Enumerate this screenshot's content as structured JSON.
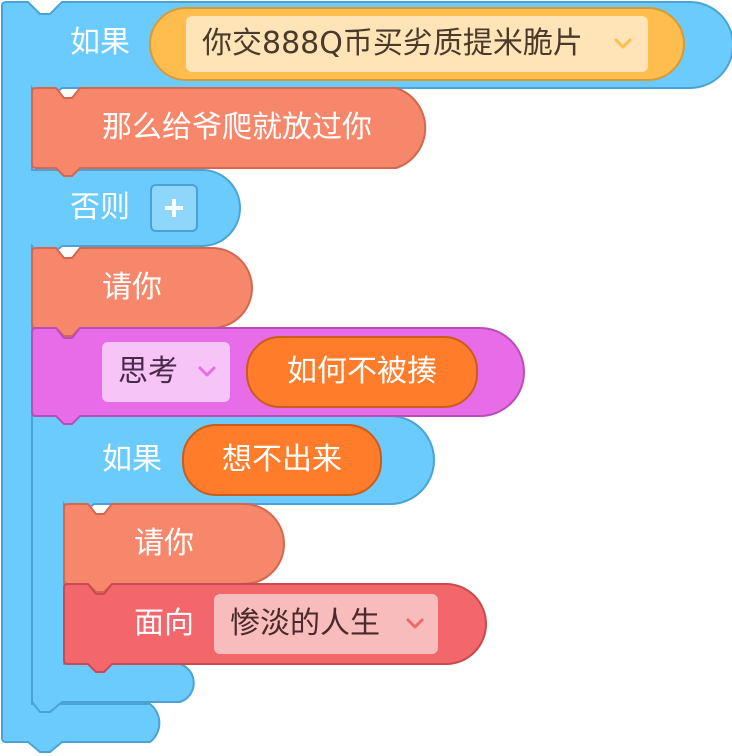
{
  "colors": {
    "control": "#6ccbfd",
    "control_border": "#4aa3d4",
    "looks": "#f6876a",
    "looks_border": "#d4674e",
    "pen": "#e86be7",
    "pen_border": "#b94eb8",
    "motion": "#f2666c",
    "motion_border": "#c94a50",
    "reporter": "#fe7c2a",
    "reporter_border": "#c95e1c",
    "boolean_slot": "#ffbd4e"
  },
  "blocks": {
    "outer_if": {
      "keyword": "如果",
      "condition_dropdown": "你交888Q币买劣质提米脆片",
      "then": {
        "say_text": "那么给爷爬就放过你"
      },
      "else_keyword": "否则",
      "else_add": "plus-icon"
    },
    "ask_1": {
      "text": "请你"
    },
    "think": {
      "dropdown": "思考",
      "reporter": "如何不被揍"
    },
    "inner_if": {
      "keyword": "如果",
      "condition_reporter": "想不出来"
    },
    "ask_2": {
      "text": "请你"
    },
    "face": {
      "keyword": "面向",
      "dropdown": "惨淡的人生"
    }
  }
}
